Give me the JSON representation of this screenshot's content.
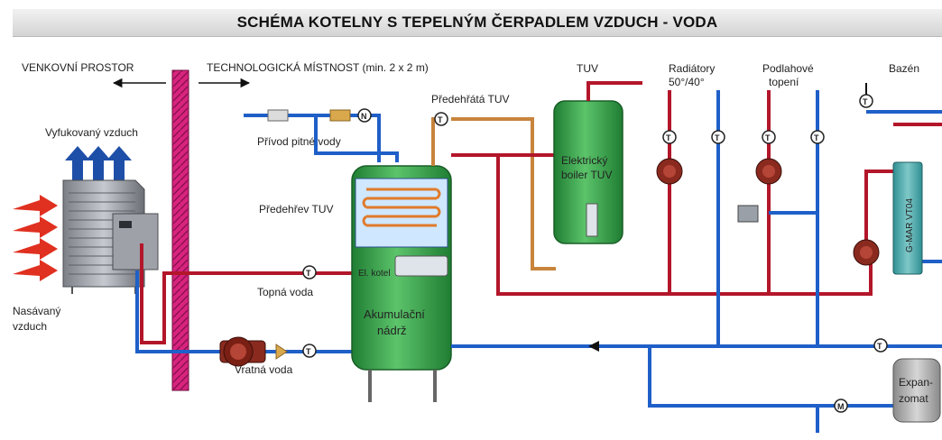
{
  "title": "SCHÉMA KOTELNY S TEPELNÝM ČERPADLEM VZDUCH - VODA",
  "labels": {
    "outdoor_space": "VENKOVNÍ PROSTOR",
    "technical_room": "TECHNOLOGICKÁ MÍSTNOST (min. 2 x 2 m)",
    "exhaust_air": "Vyfukovaný vzduch",
    "intake_air_1": "Nasávaný",
    "intake_air_2": "vzduch",
    "potable_water_inlet": "Přívod pitné vody",
    "preheated_dhw": "Předehřátá TUV",
    "dhw_preheat": "Předehřev TUV",
    "el_heater": "El. kotel",
    "heating_water": "Topná voda",
    "return_water": "Vratná voda",
    "storage_tank_1": "Akumulační",
    "storage_tank_2": "nádrž",
    "electric_boiler_1": "Elektrický",
    "electric_boiler_2": "boiler TUV",
    "dhw": "TUV",
    "radiators_1": "Radiátory",
    "radiators_2": "50°/40°",
    "floor_heating_1": "Podlahové",
    "floor_heating_2": "topení",
    "pool": "Bazén",
    "heat_exchanger": "G-MAR VT04",
    "expansion_1": "Expan-",
    "expansion_2": "zomat"
  },
  "symbols": {
    "thermometer": "T",
    "meter": "N",
    "motor": "M"
  },
  "colors": {
    "hot_pipe": "#b3162a",
    "cold_pipe": "#1f5fc8",
    "preheat_pipe": "#c8843c",
    "tank_green": "#39a64a",
    "wall_pink": "#d8247e",
    "arrow_blue": "#1e4fa8",
    "arrow_red": "#e03020"
  }
}
